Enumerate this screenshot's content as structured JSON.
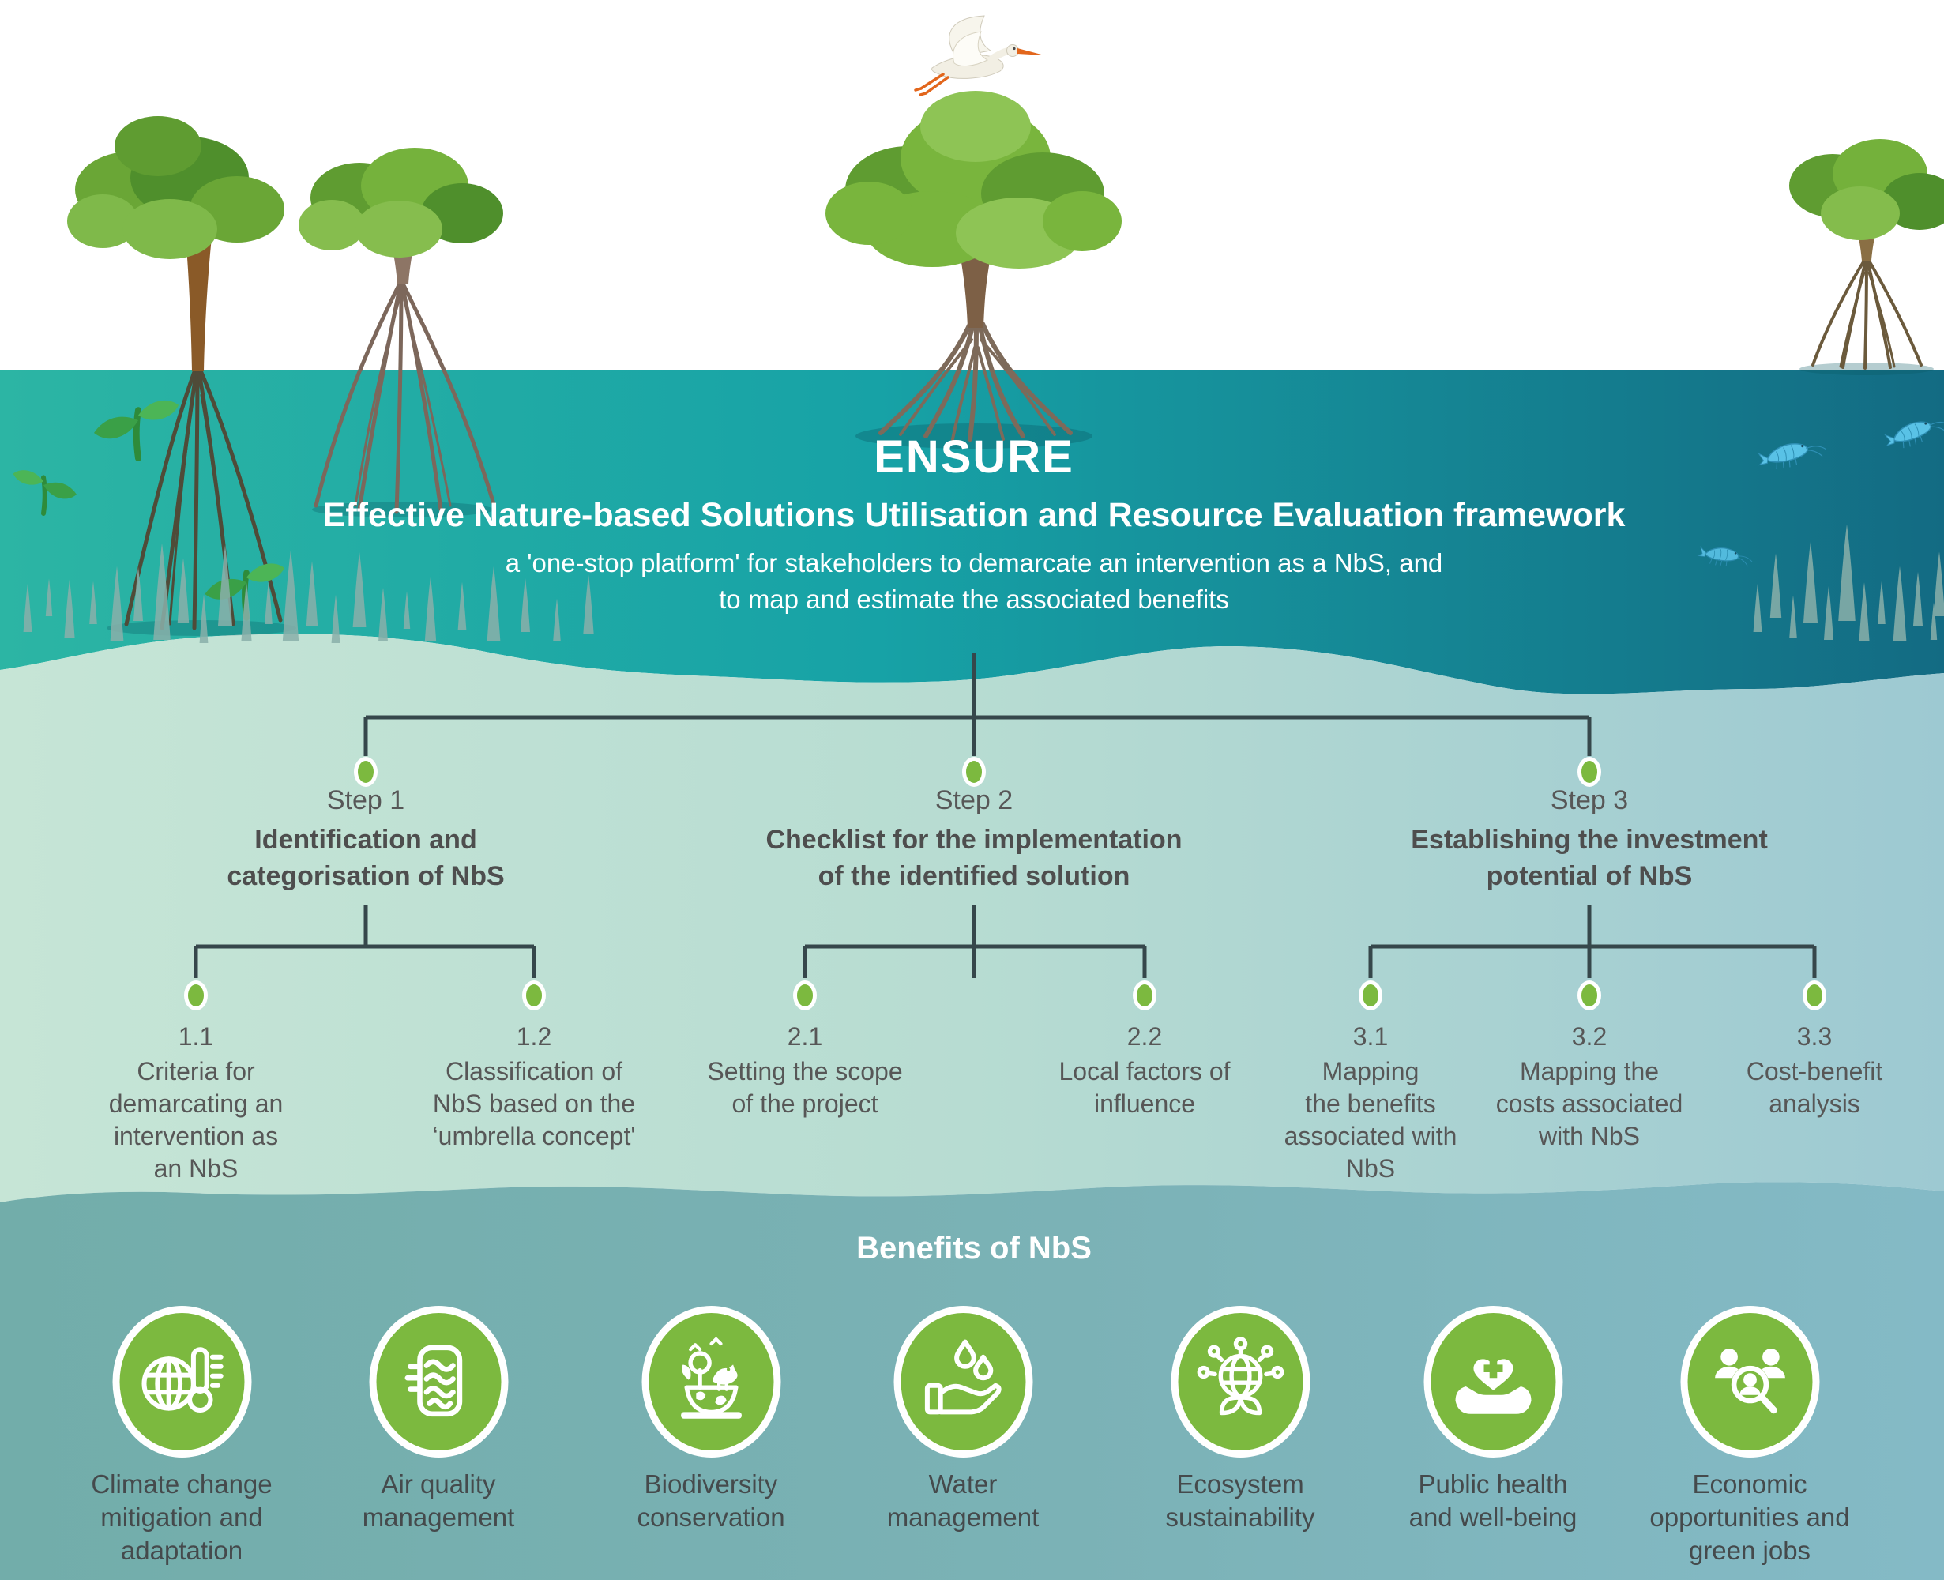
{
  "header": {
    "title": "ENSURE",
    "subtitle": "Effective Nature-based Solutions Utilisation and Resource Evaluation framework",
    "tagline": "a 'one-stop platform' for stakeholders to demarcate an intervention as a NbS, and\nto map and estimate the associated benefits"
  },
  "steps": [
    {
      "label": "Step 1",
      "title": "Identification and\ncategorisation of NbS",
      "substeps": [
        {
          "number": "1.1",
          "text": "Criteria for\ndemarcating an\nintervention as\nan NbS"
        },
        {
          "number": "1.2",
          "text": "Classification of\nNbS based on the\n‘umbrella concept'"
        }
      ]
    },
    {
      "label": "Step 2",
      "title": "Checklist for the implementation\nof the identified solution",
      "substeps": [
        {
          "number": "2.1",
          "text": "Setting the scope\nof the project"
        },
        {
          "number": "2.2",
          "text": "Local factors of\ninfluence"
        }
      ]
    },
    {
      "label": "Step 3",
      "title": "Establishing the investment\npotential of NbS",
      "substeps": [
        {
          "number": "3.1",
          "text": "Mapping\nthe benefits\nassociated with\nNbS"
        },
        {
          "number": "3.2",
          "text": "Mapping the\ncosts associated\nwith NbS"
        },
        {
          "number": "3.3",
          "text": "Cost-benefit\nanalysis"
        }
      ]
    }
  ],
  "benefits": {
    "title": "Benefits of NbS",
    "items": [
      {
        "icon": "climate-icon",
        "label": "Climate change\nmitigation and\nadaptation"
      },
      {
        "icon": "air-quality-icon",
        "label": "Air quality\nmanagement"
      },
      {
        "icon": "biodiversity-icon",
        "label": "Biodiversity\nconservation"
      },
      {
        "icon": "water-icon",
        "label": "Water\nmanagement"
      },
      {
        "icon": "ecosystem-icon",
        "label": "Ecosystem\nsustainability"
      },
      {
        "icon": "public-health-icon",
        "label": "Public health\nand well-being"
      },
      {
        "icon": "economic-icon",
        "label": "Economic\nopportunities and\ngreen jobs"
      }
    ]
  },
  "decorations": {
    "bird": "stork-icon",
    "trees": [
      "mangrove-tree-left",
      "mangrove-tree-midleft",
      "mangrove-tree-center",
      "mangrove-tree-right"
    ],
    "plants": [
      "seedling-icon",
      "root-spikes"
    ],
    "water_life": [
      "shrimp-icon"
    ]
  },
  "colors": {
    "teal_left": "#2cb5a4",
    "teal_right": "#136b83",
    "mid_left": "#c6e5d6",
    "mid_right": "#9dc9d2",
    "bottom_left": "#72adaa",
    "bottom_right": "#84bac6",
    "accent_green": "#7cb93f",
    "connector": "#36474b",
    "text_dark": "#4f4f4f",
    "white": "#ffffff"
  }
}
